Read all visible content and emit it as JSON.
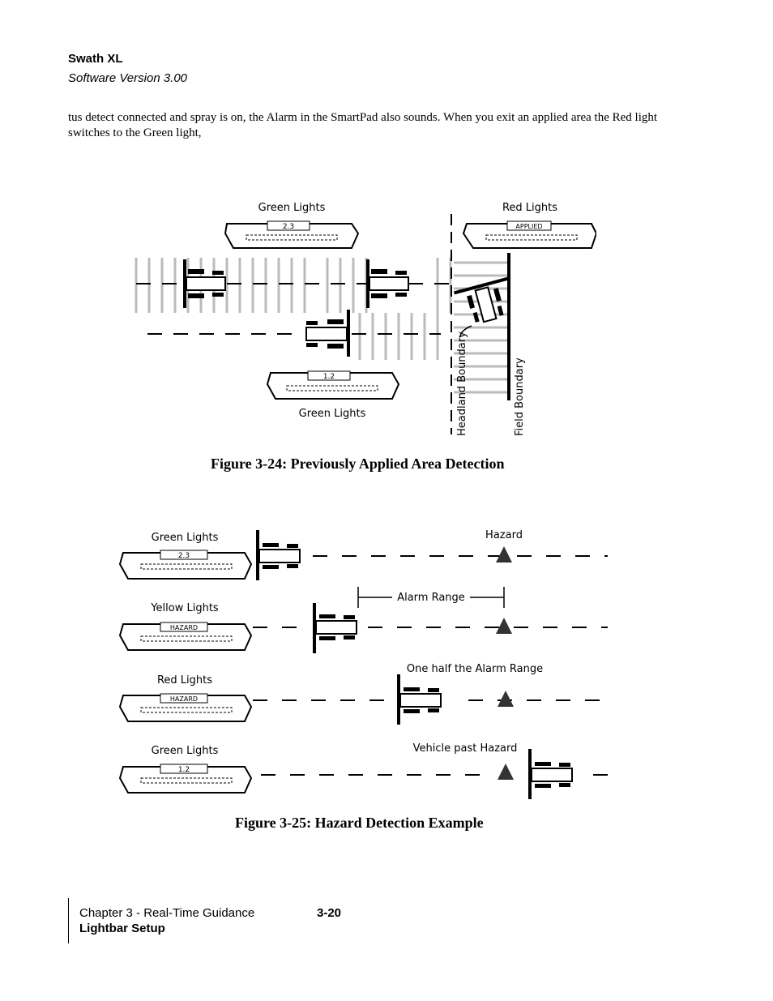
{
  "header": {
    "title": "Swath XL",
    "subtitle": "Software Version 3.00"
  },
  "body_text": "tus detect connected and spray is on, the Alarm in the SmartPad also sounds. When you exit an applied area the Red light switches to the Green light,",
  "figure1": {
    "caption": "Figure 3-24: Previously Applied Area Detection",
    "label_green_top": "Green Lights",
    "label_red_top": "Red Lights",
    "label_green_bottom": "Green Lights",
    "lightbar1_display": "2.3",
    "lightbar2_display": "APPLIED",
    "lightbar3_display": "1.2",
    "label_headland": "Headland Boundary",
    "label_field": "Field Boundary"
  },
  "figure2": {
    "caption": "Figure 3-25: Hazard Detection Example",
    "row1_label": "Green Lights",
    "row1_display": "2.3",
    "row1_note": "Hazard",
    "row2_label": "Yellow Lights",
    "row2_display": "HAZARD",
    "row2_note": "Alarm Range",
    "row3_label": "Red Lights",
    "row3_display": "HAZARD",
    "row3_note": "One half the Alarm Range",
    "row4_label": "Green Lights",
    "row4_display": "1.2",
    "row4_note": "Vehicle past Hazard"
  },
  "footer": {
    "chapter": "Chapter 3 - Real-Time Guidance",
    "page": "3-20",
    "section": "Lightbar Setup"
  }
}
